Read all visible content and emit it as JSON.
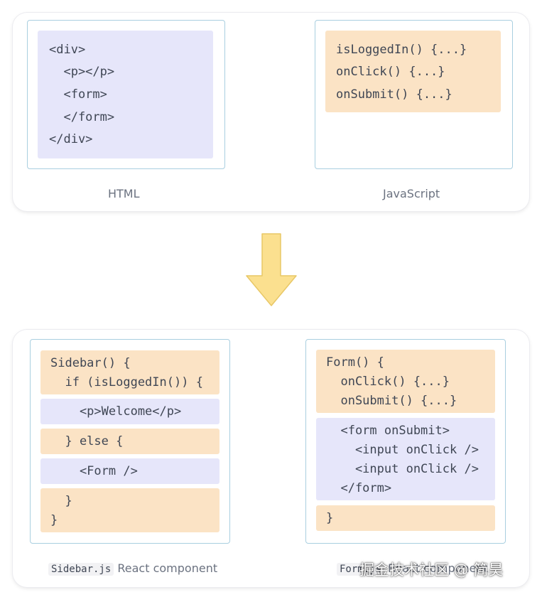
{
  "top": {
    "html_code": [
      "<div>",
      "  <p></p>",
      "  <form>",
      "  </form>",
      "</div>"
    ],
    "js_code": [
      "isLoggedIn() {...}",
      "onClick() {...}",
      "onSubmit() {...}"
    ],
    "html_caption": "HTML",
    "js_caption": "JavaScript"
  },
  "bottom": {
    "sidebar": {
      "header": [
        "Sidebar() {",
        "  if (isLoggedIn()) {"
      ],
      "p_line": "    <p>Welcome</p>",
      "else_line": "  } else {",
      "form_line": "    <Form />",
      "closing": [
        "  }",
        "}"
      ],
      "caption_code": "Sidebar.js",
      "caption_text": " React component"
    },
    "form": {
      "header": [
        "Form() {",
        "  onClick() {...}",
        "  onSubmit() {...}"
      ],
      "form_lines": [
        "  <form onSubmit>",
        "    <input onClick />",
        "    <input onClick />",
        "  </form>"
      ],
      "closing": "}",
      "caption_code": "Form.js",
      "caption_text": " React component"
    }
  },
  "watermark": "掘金技术社区 @ 简昊",
  "colors": {
    "markup_block": "#e6e6fa",
    "logic_block": "#fbe3c5",
    "frame_border": "#a9cfe0",
    "arrow": "#fbe08f"
  }
}
